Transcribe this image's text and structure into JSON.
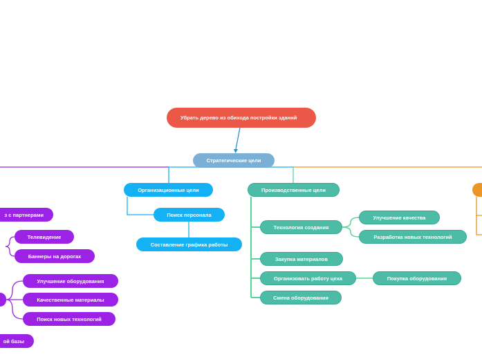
{
  "root": {
    "label": "Убрать дерево из обихода постройки зданий"
  },
  "strategic": {
    "label": "Стратегические цели"
  },
  "organizational": {
    "label": "Организационные цели",
    "children": [
      "Поиск персонала",
      "Составление графика работы"
    ]
  },
  "production": {
    "label": "Производственные цели",
    "tech": {
      "label": "Технология создания",
      "children": [
        "Улучшение качества",
        "Разработка новых технологий"
      ]
    },
    "materials": "Закупка материалов",
    "workshop": {
      "label": "Организовать работу цеха",
      "child": "Покупка оборудования"
    },
    "equipment_change": "Смена оборудования"
  },
  "left_branch": {
    "partners": "з с партнерами",
    "tv": "Телевидение",
    "banners": "Баннеры на дорогах",
    "equip_upgrade": "Улучшение оборудования",
    "quality_materials": "Качественные материалы",
    "new_tech": "Поиск новых технологий",
    "base": "ой базы"
  },
  "colors": {
    "root": "#ec5847",
    "strategic": "#7bb0d6",
    "organizational": "#14b2f5",
    "production": "#4dbca6",
    "left_branch": "#9c22e6",
    "right_branch": "#eb9524"
  }
}
